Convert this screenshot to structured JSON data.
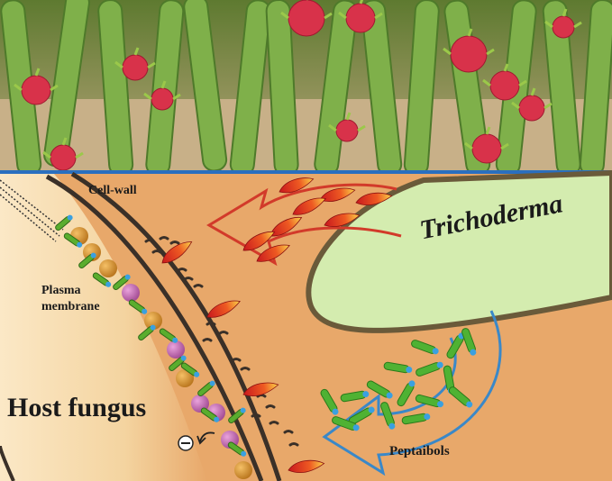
{
  "labels": {
    "cell_wall": "Cell-wall",
    "plasma_membrane_line1": "Plasma",
    "plasma_membrane_line2": "membrane",
    "host": "Host fungus",
    "antagonist": "Trichoderma",
    "antibiotic": "Peptaibols"
  },
  "colors": {
    "photo_sky": "#6f8b3a",
    "cactus_green": "#7fb04a",
    "fruit_red": "#d8324a",
    "divider": "#2a6fbf",
    "background": "#e8a86a",
    "host_gradient": "#f6dcae",
    "cell_wall": "#3a3028",
    "hypha_fill": "#d4ecaf",
    "enzyme_red": "#d9262a",
    "enzyme_yellow": "#f5c23a",
    "arrow_red": "#d23a2a",
    "arrow_blue": "#3a88c8",
    "peptaibol_green": "#4fb233",
    "peptaibol_cap": "#3aa0e0",
    "lipid_orange": "#d8952a",
    "lipid_pink": "#c96ab2",
    "channel_green": "#5aad2e"
  },
  "icons": {
    "ion": "minus-circle-icon"
  }
}
